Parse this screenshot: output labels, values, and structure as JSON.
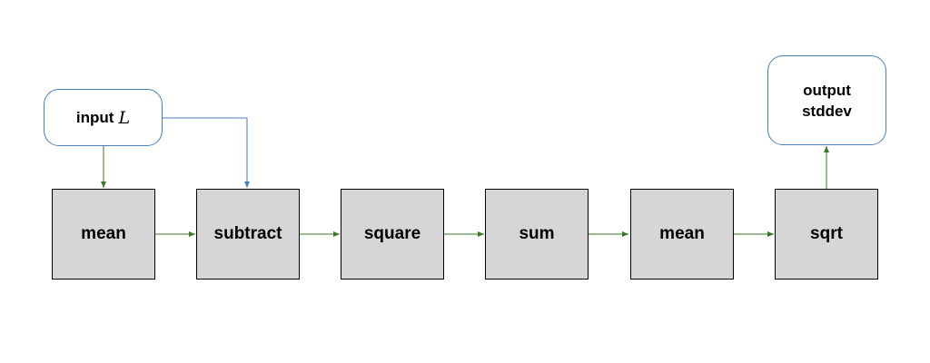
{
  "diagram": {
    "input": {
      "label": "input",
      "variable": "L"
    },
    "output": {
      "line1": "output",
      "line2": "stddev"
    },
    "steps": [
      "mean",
      "subtract",
      "square",
      "sum",
      "mean",
      "sqrt"
    ],
    "colors": {
      "flow_arrow": "#3a7a2a",
      "input_branch_arrow": "#4a7ebb",
      "io_border": "#4a7ebb",
      "op_fill": "#d6d6d6",
      "op_border": "#000000"
    }
  }
}
